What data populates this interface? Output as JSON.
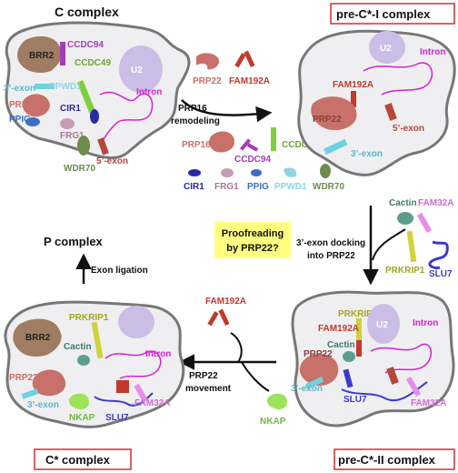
{
  "panels": {
    "c_complex": {
      "title": "C complex",
      "labels": {
        "brr2": "BRR2",
        "ccdc94": "CCDC94",
        "ccdc49": "CCDC49",
        "three_exon": "3’-exon",
        "ppwd1": "PPWD1",
        "prp16": "PRP16",
        "cir1": "CIR1",
        "ppig": "PPIG",
        "frg1": "FRG1",
        "u2": "U2",
        "intron": "Intron",
        "wdr70": "WDR70",
        "five_exon": "5’-exon"
      }
    },
    "pre_c_star_1": {
      "title": "pre-C*-I complex",
      "labels": {
        "u2": "U2",
        "intron": "Intron",
        "fam192a": "FAM192A",
        "prp22": "PRP22",
        "five_exon": "5’-exon",
        "three_exon": "3’-exon"
      }
    },
    "pre_c_star_2": {
      "title": "pre-C*-II complex",
      "labels": {
        "prkrip1": "PRKRIP1",
        "fam192a": "FAM192A",
        "u2": "U2",
        "intron": "Intron",
        "cactin": "Cactin",
        "prp22": "PRP22",
        "three_exon": "3’-exon",
        "slu7": "SLU7",
        "fam32a": "FAM32A"
      }
    },
    "c_star": {
      "title": "C* complex",
      "labels": {
        "brr2": "BRR2",
        "prkrip1": "PRKRIP1",
        "cactin": "Cactin",
        "intron": "Intron",
        "prp22": "PRP22",
        "three_exon": "3’-exon",
        "nkap": "NKAP",
        "slu7": "SLU7",
        "fam32a": "FAM32A"
      }
    },
    "p_complex": {
      "title": "P complex"
    }
  },
  "transitions": {
    "remodeling": {
      "incoming": {
        "prp22": "PRP22",
        "fam192a": "FAM192A"
      },
      "caption": [
        "PRP16",
        "remodeling"
      ],
      "released": {
        "prp16": "PRP16",
        "ccdc94": "CCDC94",
        "ccdc49": "CCDC49",
        "cir1": "CIR1",
        "frg1": "FRG1",
        "ppig": "PPIG",
        "ppwd1": "PPWD1",
        "wdr70": "WDR70"
      }
    },
    "docking": {
      "caption": [
        "3’-exon docking",
        "into PRP22"
      ],
      "incoming": {
        "cactin": "Cactin",
        "fam32a": "FAM32A",
        "prkrip1": "PRKRIP1",
        "slu7": "SLU7"
      }
    },
    "movement": {
      "released": {
        "fam192a": "FAM192A",
        "nkap": "NKAP"
      },
      "caption": [
        "PRP22",
        "movement"
      ]
    },
    "ligation": {
      "caption": "Exon ligation"
    }
  },
  "proofreading": [
    "Proofreading",
    "by PRP22?"
  ],
  "colors": {
    "body_fill": "#efeff1",
    "body_stroke": "#777777",
    "brr2": "#a07d62",
    "u2": "#cbbde6",
    "ccdc94": "#a43cb8",
    "ccdc49": "#7fd13b",
    "prp16": "#c8706a",
    "prp22": "#c8706a",
    "fam192a": "#c03a2b",
    "cir1": "#2a2aa8",
    "ppig": "#3b6fc2",
    "frg1": "#c89bb5",
    "ppwd1": "#8fd6e3",
    "wdr70": "#6e8c4a",
    "intron": "#d61fd6",
    "three_exon": "#6fd1e0",
    "five_exon": "#b5473a",
    "cactin": "#5b9e8f",
    "fam32a": "#e78ce8",
    "prkrip1": "#cfd23a",
    "slu7": "#3a3acb",
    "nkap": "#9ce35a",
    "proofreading_bg": "#ffff80",
    "frame_red": "#d22e2e"
  }
}
